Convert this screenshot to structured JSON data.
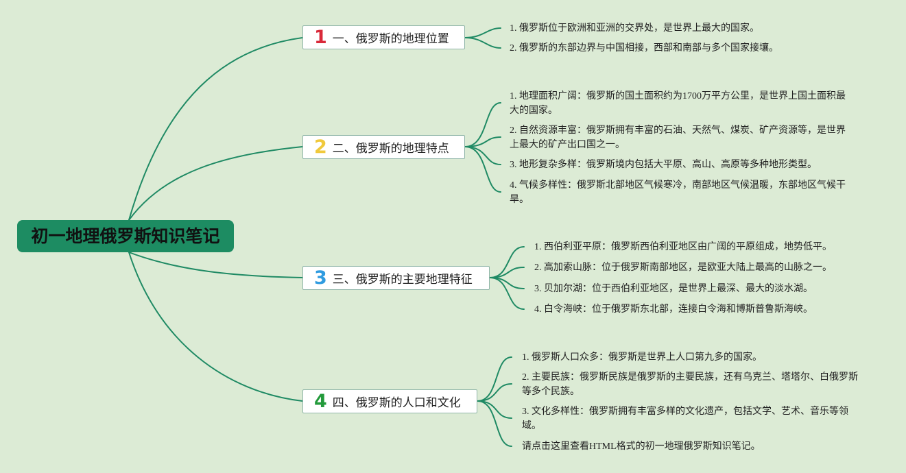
{
  "root": {
    "title": "初一地理俄罗斯知识笔记"
  },
  "branches": [
    {
      "num": "1",
      "num_color": "#d92a3a",
      "label": "一、俄罗斯的地理位置",
      "leaves": [
        "1. 俄罗斯位于欧洲和亚洲的交界处，是世界上最大的国家。",
        "2. 俄罗斯的东部边界与中国相接，西部和南部与多个国家接壤。"
      ]
    },
    {
      "num": "2",
      "num_color": "#f0c93c",
      "label": "二、俄罗斯的地理特点",
      "leaves": [
        "1. 地理面积广阔：俄罗斯的国土面积约为1700万平方公里，是世界上国土面积最大的国家。",
        "2. 自然资源丰富：俄罗斯拥有丰富的石油、天然气、煤炭、矿产资源等，是世界上最大的矿产出口国之一。",
        "3. 地形复杂多样：俄罗斯境内包括大平原、高山、高原等多种地形类型。",
        "4. 气候多样性：俄罗斯北部地区气候寒冷，南部地区气候温暖，东部地区气候干旱。"
      ]
    },
    {
      "num": "3",
      "num_color": "#2f9be0",
      "label": "三、俄罗斯的主要地理特征",
      "leaves": [
        "1. 西伯利亚平原：俄罗斯西伯利亚地区由广阔的平原组成，地势低平。",
        "2. 高加索山脉：位于俄罗斯南部地区，是欧亚大陆上最高的山脉之一。",
        "3. 贝加尔湖：位于西伯利亚地区，是世界上最深、最大的淡水湖。",
        "4. 白令海峡：位于俄罗斯东北部，连接白令海和博斯普鲁斯海峡。"
      ]
    },
    {
      "num": "4",
      "num_color": "#239a3b",
      "label": "四、俄罗斯的人口和文化",
      "leaves": [
        "1. 俄罗斯人口众多：俄罗斯是世界上人口第九多的国家。",
        "2. 主要民族：俄罗斯民族是俄罗斯的主要民族，还有乌克兰、塔塔尔、白俄罗斯等多个民族。",
        "3. 文化多样性：俄罗斯拥有丰富多样的文化遗产，包括文学、艺术、音乐等领域。",
        "请点击这里查看HTML格式的初一地理俄罗斯知识笔记。"
      ]
    }
  ]
}
